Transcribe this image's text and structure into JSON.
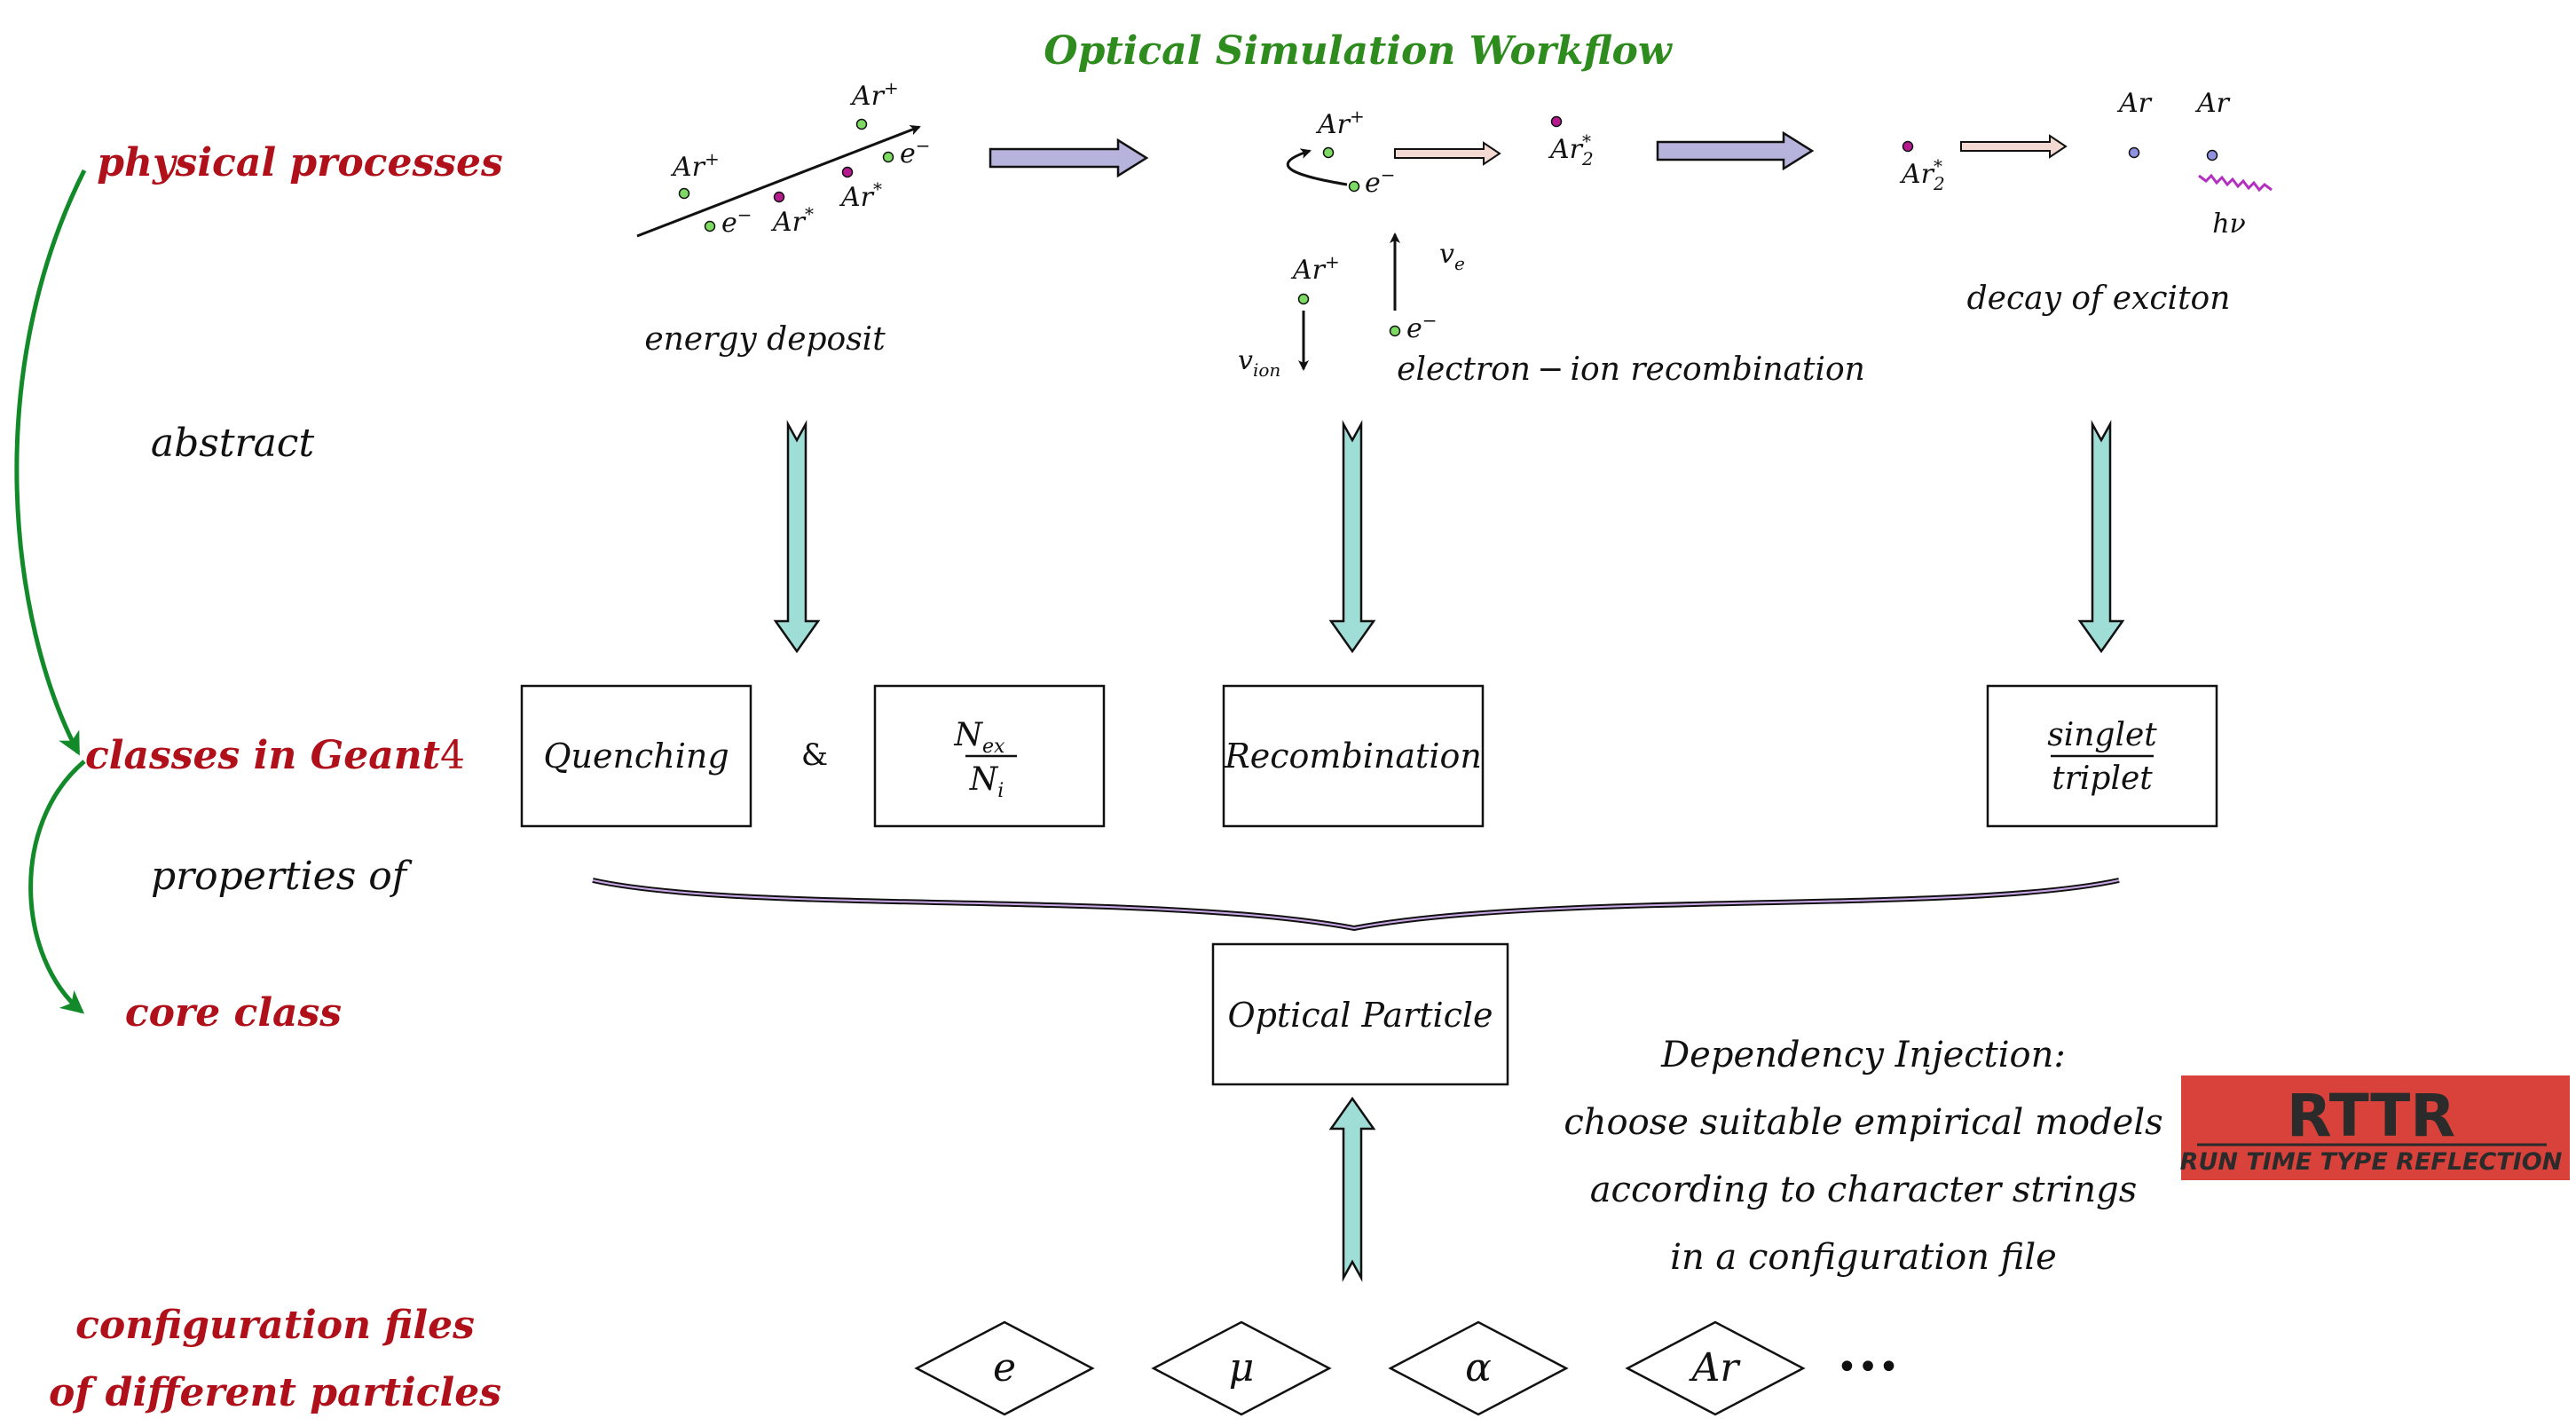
{
  "title": "Optical Simulation Workflow",
  "left_labels": {
    "physical": "physical processes",
    "abstract": "abstract",
    "classes_prefix": "classes in Geant",
    "classes_num": "4",
    "properties": "properties of",
    "core": "core class",
    "config1": "configuration files",
    "config2": "of different particles"
  },
  "process": {
    "energy_deposit": "energy deposit",
    "recombination": "electron − ion recombination",
    "decay": "decay of exciton",
    "ar": "Ar",
    "plus": "+",
    "star": "*",
    "e": "e",
    "minus": "−",
    "two": "2",
    "v": "v",
    "ion": "ion",
    "e_sub": "e",
    "hv": "hν"
  },
  "boxes": {
    "quenching": "Quenching",
    "amp": "&",
    "nex_num": "N",
    "nex_sub": "ex",
    "ni_den": "N",
    "ni_sub": "i",
    "recombination": "Recombination",
    "singlet": "singlet",
    "triplet": "triplet",
    "optical": "Optical Particle"
  },
  "di": {
    "line1": "Dependency Injection:",
    "line2": "choose suitable empirical models",
    "line3": "according to character strings",
    "line4": "in a configuration file"
  },
  "rttr": {
    "big": "RTTR",
    "small": "RUN TIME TYPE REFLECTION"
  },
  "particles": [
    "e",
    "μ",
    "α",
    "Ar"
  ],
  "ellipsis": "•••",
  "colors": {
    "title": "#2e8b1e",
    "red_label": "#b0101a",
    "left_arrow": "#138a2a",
    "teal_arrow": "#9fded6",
    "big_arrow": "#b6b3dc",
    "small_arrow": "#f3d9d2",
    "electron": "#7ddb63",
    "excited": "#b51a8e",
    "ar_atom": "#8f92e0",
    "photon": "#b22fc0",
    "brace": "#c9a6e6",
    "rttr_bg": "#d9423a"
  }
}
